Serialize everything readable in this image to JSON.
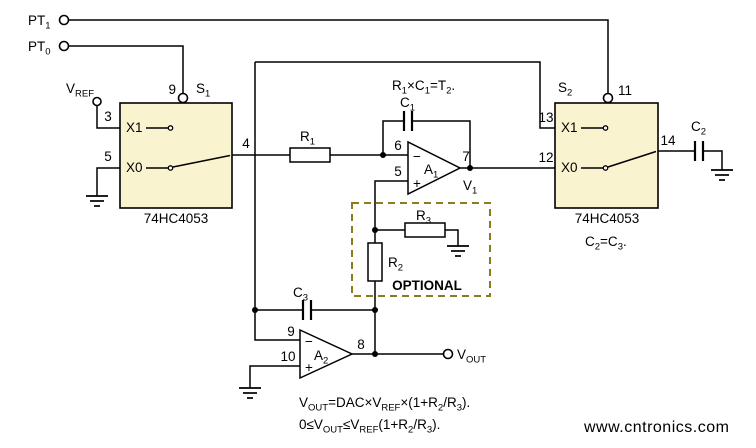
{
  "labels": {
    "pt1": [
      {
        "t": "PT"
      },
      {
        "t": "1",
        "sub": true
      }
    ],
    "pt0": [
      {
        "t": "PT"
      },
      {
        "t": "0",
        "sub": true
      }
    ],
    "vref": [
      {
        "t": "V"
      },
      {
        "t": "REF",
        "sub": true
      }
    ],
    "s1": [
      {
        "t": "S"
      },
      {
        "t": "1",
        "sub": true
      }
    ],
    "s2": [
      {
        "t": "S"
      },
      {
        "t": "2",
        "sub": true
      }
    ],
    "r1": [
      {
        "t": "R"
      },
      {
        "t": "1",
        "sub": true
      }
    ],
    "r2": [
      {
        "t": "R"
      },
      {
        "t": "2",
        "sub": true
      }
    ],
    "r3": [
      {
        "t": "R"
      },
      {
        "t": "3",
        "sub": true
      }
    ],
    "c1": [
      {
        "t": "C"
      },
      {
        "t": "1",
        "sub": true
      }
    ],
    "c2": [
      {
        "t": "C"
      },
      {
        "t": "2",
        "sub": true
      }
    ],
    "c3": [
      {
        "t": "C"
      },
      {
        "t": "3",
        "sub": true
      }
    ],
    "a1": [
      {
        "t": "A"
      },
      {
        "t": "1",
        "sub": true
      }
    ],
    "a2": [
      {
        "t": "A"
      },
      {
        "t": "2",
        "sub": true
      }
    ],
    "v1": [
      {
        "t": "V"
      },
      {
        "t": "1",
        "sub": true
      }
    ],
    "vout": [
      {
        "t": "V"
      },
      {
        "t": "OUT",
        "sub": true
      }
    ],
    "rc_formula": [
      {
        "t": "R"
      },
      {
        "t": "1",
        "sub": true
      },
      {
        "t": "×C"
      },
      {
        "t": "1",
        "sub": true
      },
      {
        "t": "=T"
      },
      {
        "t": "2",
        "sub": true
      },
      {
        "t": "."
      }
    ],
    "c2c3": [
      {
        "t": "C"
      },
      {
        "t": "2",
        "sub": true
      },
      {
        "t": "=C"
      },
      {
        "t": "3",
        "sub": true
      },
      {
        "t": "."
      }
    ],
    "eq1": [
      {
        "t": "V"
      },
      {
        "t": "OUT",
        "sub": true
      },
      {
        "t": "=DAC×V"
      },
      {
        "t": "REF",
        "sub": true
      },
      {
        "t": "×(1+R"
      },
      {
        "t": "2",
        "sub": true
      },
      {
        "t": "/R"
      },
      {
        "t": "3",
        "sub": true
      },
      {
        "t": ")."
      }
    ],
    "eq2": [
      {
        "t": "0≤V"
      },
      {
        "t": "OUT",
        "sub": true
      },
      {
        "t": "≤V"
      },
      {
        "t": "REF",
        "sub": true
      },
      {
        "t": "(1+R"
      },
      {
        "t": "2",
        "sub": true
      },
      {
        "t": "/R"
      },
      {
        "t": "3",
        "sub": true
      },
      {
        "t": ")."
      }
    ]
  },
  "chips": {
    "s1": {
      "name": "74HC4053",
      "x1": "X1",
      "x0": "X0",
      "pin_top": "9",
      "pin_x1": "3",
      "pin_x0": "5",
      "pin_out": "4"
    },
    "s2": {
      "name": "74HC4053",
      "x1": "X1",
      "x0": "X0",
      "pin_top": "11",
      "pin_x1": "13",
      "pin_x0": "12",
      "pin_out": "14"
    }
  },
  "opamps": {
    "a1": {
      "pin_inv": "6",
      "pin_noninv": "5",
      "pin_out": "7",
      "minus": "−",
      "plus": "+"
    },
    "a2": {
      "pin_inv": "9",
      "pin_noninv": "10",
      "pin_out": "8",
      "minus": "−",
      "plus": "+"
    }
  },
  "optional_box": {
    "label": "OPTIONAL"
  },
  "watermark": "www.cntronics.com",
  "colors": {
    "chip_fill": "#faf3d0",
    "optional": "#8a7d1e",
    "watermark": "#a5d8a5"
  }
}
